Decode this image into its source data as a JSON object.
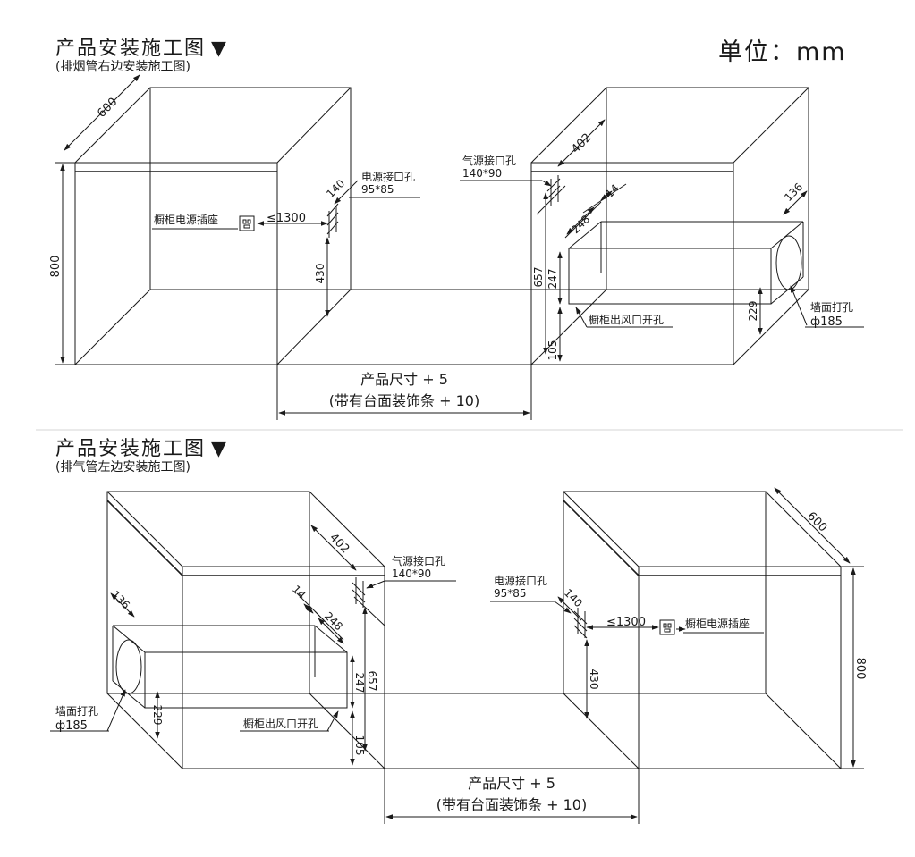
{
  "unit_label": "单位：mm",
  "section_top": {
    "title": "产品安装施工图",
    "subtitle": "(排烟管右边安装施工图)"
  },
  "section_bottom": {
    "title": "产品安装施工图",
    "subtitle": "(排气管左边安装施工图)"
  },
  "labels": {
    "socket": "橱柜电源插座",
    "power_hole": "电源接口孔",
    "power_hole_size": "95*85",
    "gas_hole": "气源接口孔",
    "gas_hole_size": "140*90",
    "outlet_hole": "橱柜出风口开孔",
    "wall_hole": "墙面打孔",
    "wall_hole_size": "ф185",
    "product_size": "产品尺寸 + 5",
    "product_size_trim": "(带有台面装饰条 + 10)"
  },
  "dims": {
    "d600": "600",
    "d800": "800",
    "d140": "140",
    "d430": "430",
    "d1300": "≤1300",
    "d402": "402",
    "d14": "14",
    "d248": "248",
    "d136": "136",
    "d657": "657",
    "d247": "247",
    "d105": "105",
    "d229": "229"
  }
}
